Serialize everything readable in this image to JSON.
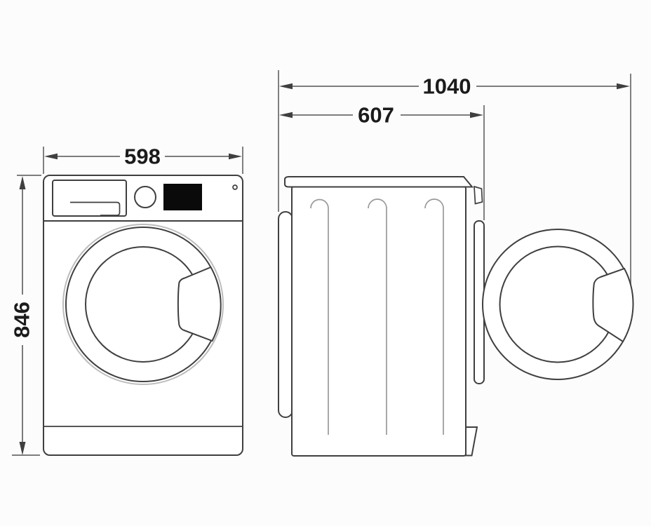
{
  "diagram": {
    "dimensions": {
      "width": "598",
      "height": "846",
      "depth_door_open": "1040",
      "depth": "607"
    },
    "colors": {
      "bg": "#fcfcfc",
      "shape": "#ffffff",
      "dim": "#6b6b6b",
      "arrow": "#3f3f3f",
      "ink": "#3f3f3f",
      "guide": "#9a9a9a",
      "light": "#bdbdbd",
      "text": "#1b1b1b",
      "display": "#0a0a0a"
    }
  }
}
